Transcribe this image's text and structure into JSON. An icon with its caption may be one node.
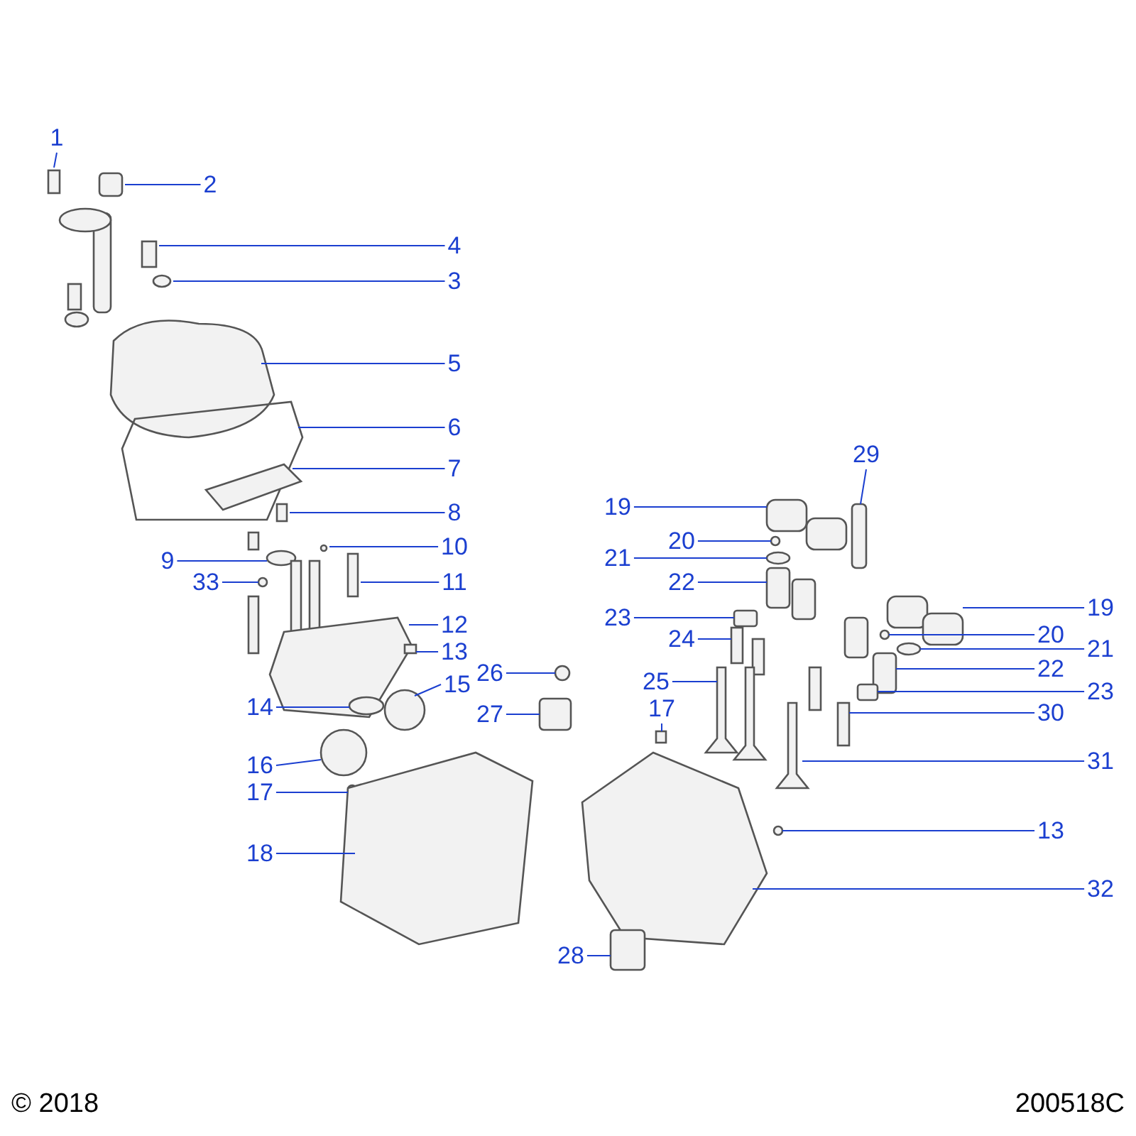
{
  "diagram": {
    "nodes": [
      {
        "text": [
          "1"
        ]
      },
      {
        "text": [
          "2"
        ]
      },
      {
        "text": [
          "4"
        ]
      },
      {
        "text": [
          "3"
        ]
      },
      {
        "text": [
          "5"
        ]
      },
      {
        "text": [
          "6"
        ]
      },
      {
        "text": [
          "7"
        ]
      },
      {
        "text": [
          "29"
        ]
      },
      {
        "text": [
          "8"
        ]
      },
      {
        "text": [
          "19"
        ]
      },
      {
        "text": [
          "20"
        ]
      },
      {
        "text": [
          "10"
        ]
      },
      {
        "text": [
          "9"
        ]
      },
      {
        "text": [
          "21"
        ]
      },
      {
        "text": [
          "11"
        ]
      },
      {
        "text": [
          "33"
        ]
      },
      {
        "text": [
          "22"
        ]
      },
      {
        "text": [
          "23"
        ]
      },
      {
        "text": [
          "12"
        ]
      },
      {
        "text": [
          "19"
        ]
      },
      {
        "text": [
          "24"
        ]
      },
      {
        "text": [
          "20"
        ]
      },
      {
        "text": [
          "13"
        ]
      },
      {
        "text": [
          "21"
        ]
      },
      {
        "text": [
          "22"
        ]
      },
      {
        "text": [
          "26"
        ]
      },
      {
        "text": [
          "15"
        ]
      },
      {
        "text": [
          "25"
        ]
      },
      {
        "text": [
          "23"
        ]
      },
      {
        "text": [
          "14"
        ]
      },
      {
        "text": [
          "17"
        ]
      },
      {
        "text": [
          "27"
        ]
      },
      {
        "text": [
          "30"
        ]
      },
      {
        "text": [
          "31"
        ]
      },
      {
        "text": [
          "16"
        ]
      },
      {
        "text": [
          "17"
        ]
      },
      {
        "text": [
          "18"
        ]
      },
      {
        "text": [
          "13"
        ]
      },
      {
        "text": [
          "32"
        ]
      },
      {
        "text": [
          "28"
        ]
      }
    ],
    "edges": [
      {
        "from": 0,
        "to": null,
        "arrow": "none"
      },
      {
        "from": 1,
        "to": null,
        "arrow": "none"
      },
      {
        "from": 2,
        "to": null,
        "arrow": "none"
      },
      {
        "from": 3,
        "to": null,
        "arrow": "none"
      },
      {
        "from": 4,
        "to": null,
        "arrow": "none"
      },
      {
        "from": 5,
        "to": null,
        "arrow": "none"
      },
      {
        "from": 6,
        "to": null,
        "arrow": "none"
      },
      {
        "from": 7,
        "to": null,
        "arrow": "none"
      },
      {
        "from": 8,
        "to": null,
        "arrow": "none"
      },
      {
        "from": 9,
        "to": null,
        "arrow": "none"
      },
      {
        "from": 10,
        "to": null,
        "arrow": "none"
      },
      {
        "from": 11,
        "to": null,
        "arrow": "none"
      },
      {
        "from": 12,
        "to": null,
        "arrow": "none"
      },
      {
        "from": 13,
        "to": null,
        "arrow": "none"
      },
      {
        "from": 14,
        "to": null,
        "arrow": "none"
      },
      {
        "from": 15,
        "to": null,
        "arrow": "none"
      },
      {
        "from": 16,
        "to": null,
        "arrow": "none"
      },
      {
        "from": 17,
        "to": null,
        "arrow": "none"
      },
      {
        "from": 18,
        "to": null,
        "arrow": "none"
      },
      {
        "from": 19,
        "to": null,
        "arrow": "none"
      },
      {
        "from": 20,
        "to": null,
        "arrow": "none"
      },
      {
        "from": 21,
        "to": null,
        "arrow": "none"
      },
      {
        "from": 22,
        "to": null,
        "arrow": "none"
      },
      {
        "from": 23,
        "to": null,
        "arrow": "none"
      },
      {
        "from": 24,
        "to": null,
        "arrow": "none"
      },
      {
        "from": 25,
        "to": null,
        "arrow": "none"
      },
      {
        "from": 26,
        "to": null,
        "arrow": "none"
      },
      {
        "from": 27,
        "to": null,
        "arrow": "none"
      },
      {
        "from": 28,
        "to": null,
        "arrow": "none"
      },
      {
        "from": 29,
        "to": null,
        "arrow": "none"
      },
      {
        "from": 30,
        "to": null,
        "arrow": "none"
      },
      {
        "from": 31,
        "to": null,
        "arrow": "none"
      },
      {
        "from": 32,
        "to": null,
        "arrow": "none"
      },
      {
        "from": 33,
        "to": null,
        "arrow": "none"
      },
      {
        "from": 34,
        "to": null,
        "arrow": "none"
      },
      {
        "from": 35,
        "to": null,
        "arrow": "none"
      },
      {
        "from": 36,
        "to": null,
        "arrow": "none"
      },
      {
        "from": 37,
        "to": null,
        "arrow": "none"
      },
      {
        "from": 38,
        "to": null,
        "arrow": "none"
      },
      {
        "from": 39,
        "to": null,
        "arrow": "none"
      }
    ],
    "labels": [
      "© 2018",
      "200518C"
    ]
  }
}
